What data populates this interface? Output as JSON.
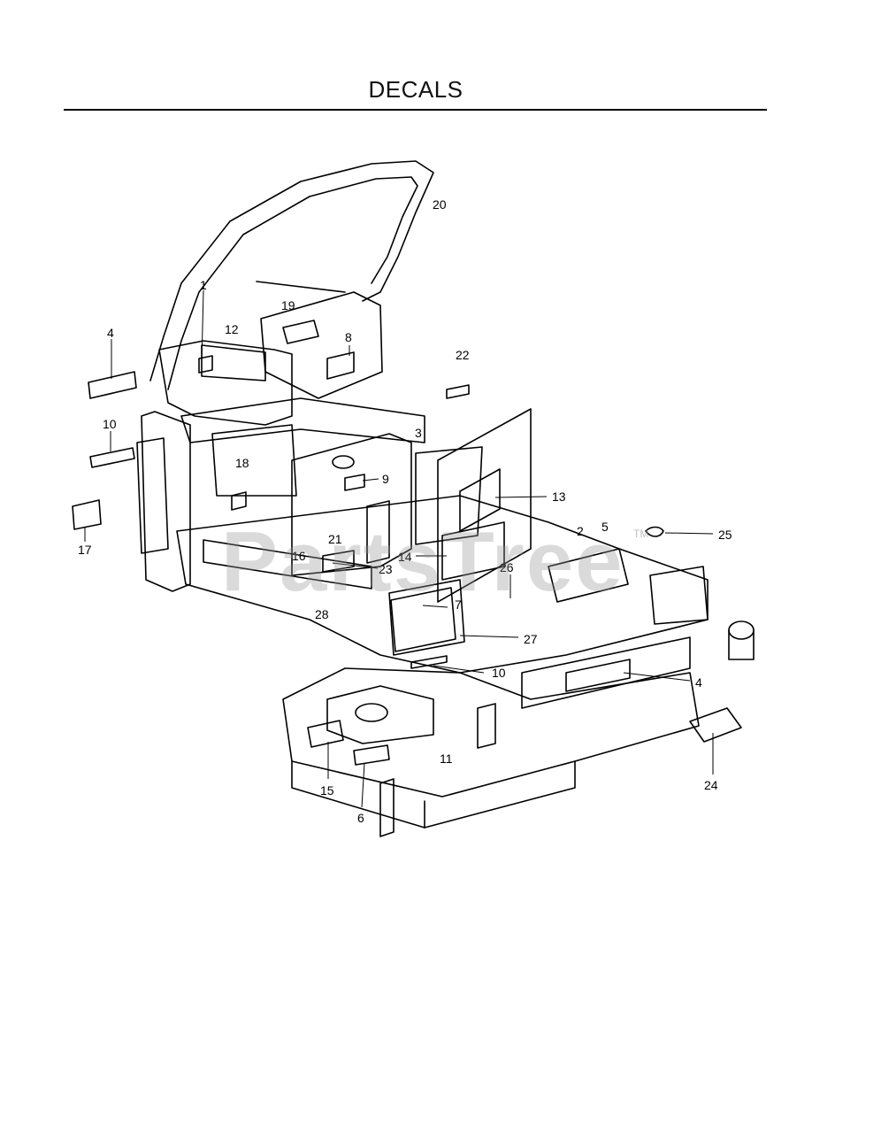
{
  "title": "DECALS",
  "watermark": "PartsTree",
  "watermark_mark": "TM",
  "callouts": [
    "1",
    "2",
    "3",
    "4",
    "4",
    "5",
    "6",
    "7",
    "8",
    "9",
    "10",
    "10",
    "11",
    "12",
    "13",
    "14",
    "15",
    "16",
    "17",
    "18",
    "19",
    "20",
    "21",
    "22",
    "23",
    "24",
    "25",
    "26",
    "27",
    "28"
  ]
}
